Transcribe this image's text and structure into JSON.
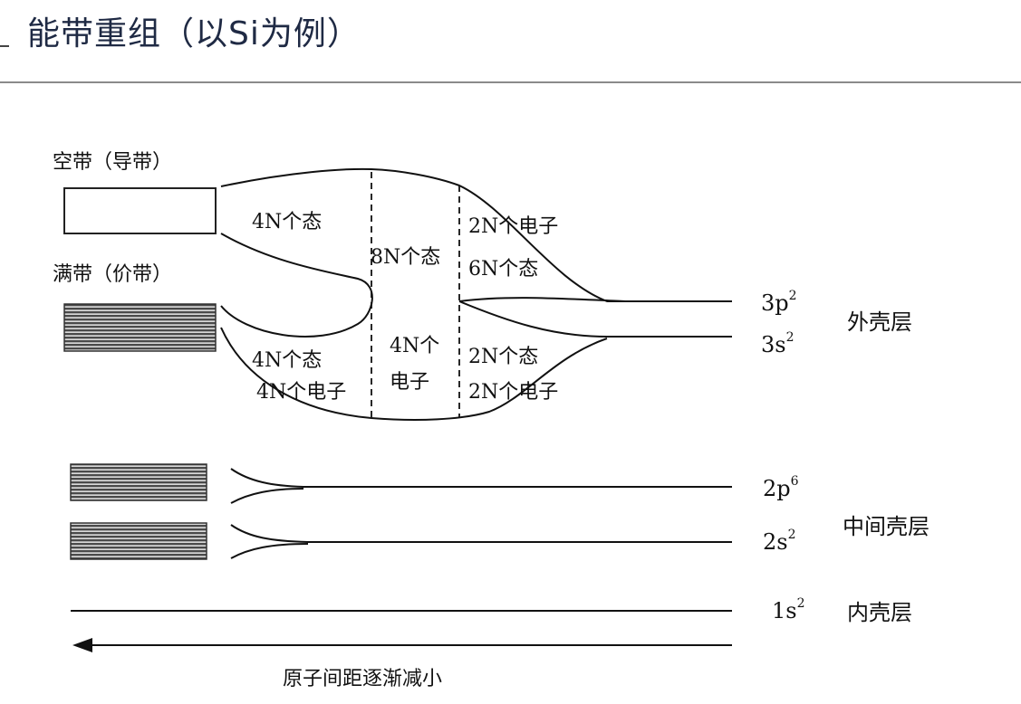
{
  "header": {
    "title": "能带重组（以Si为例）"
  },
  "bands": {
    "empty_band_label": "空带（导带）",
    "full_band_label": "满带（价带）"
  },
  "regions": {
    "upper_left_states": "4N个态",
    "middle_states": "8N个态",
    "upper_right_electrons": "2N个电子",
    "upper_right_states": "6N个态",
    "lower_left_states": "4N个态",
    "lower_left_electrons": "4N个电子",
    "middle_4n": "4N个",
    "middle_electrons": "电子",
    "lower_right_states": "2N个态",
    "lower_right_electrons": "2N个电子"
  },
  "levels": {
    "3p": {
      "base": "3p",
      "sup": "2"
    },
    "3s": {
      "base": "3s",
      "sup": "2"
    },
    "2p": {
      "base": "2p",
      "sup": "6"
    },
    "2s": {
      "base": "2s",
      "sup": "2"
    },
    "1s": {
      "base": "1s",
      "sup": "2"
    }
  },
  "shells": {
    "outer": "外壳层",
    "middle": "中间壳层",
    "inner": "内壳层"
  },
  "axis": {
    "label": "原子间距逐渐减小"
  },
  "colors": {
    "title": "#1f2a44",
    "line": "#111111",
    "band_fill": "#555555"
  }
}
